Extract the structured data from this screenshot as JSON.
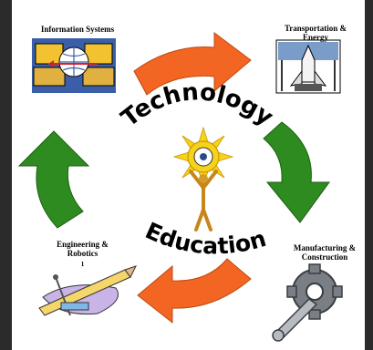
{
  "diagram": {
    "center_top_word": "Technology",
    "center_bottom_word": "Education",
    "nodes": [
      {
        "id": "info",
        "label": "Information Systems",
        "icon": "network-computers-icon"
      },
      {
        "id": "trans",
        "label_line1": "Transportation &",
        "label_line2": "Energy",
        "icon": "space-shuttle-icon"
      },
      {
        "id": "manu",
        "label_line1": "Manufacturing &",
        "label_line2": "Construction",
        "icon": "gear-wrench-icon"
      },
      {
        "id": "eng",
        "label_line1": "Engineering &",
        "label_line2": "Robotics",
        "mark": "1",
        "icon": "drafting-pencil-icon"
      }
    ],
    "arrows": [
      {
        "from": "info",
        "to": "trans",
        "color": "#f26522"
      },
      {
        "from": "trans",
        "to": "manu",
        "color": "#2e8b1f"
      },
      {
        "from": "manu",
        "to": "eng",
        "color": "#f26522"
      },
      {
        "from": "eng",
        "to": "info",
        "color": "#2e8b1f"
      }
    ],
    "center_icon": "sun-figure-icon"
  }
}
